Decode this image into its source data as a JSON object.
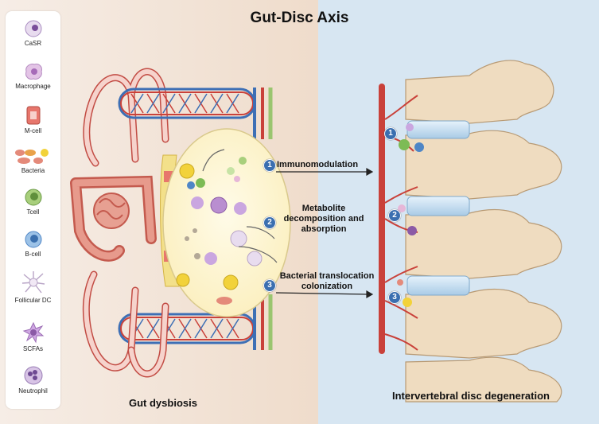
{
  "title": "Gut-Disc Axis",
  "legend": [
    {
      "label": "CaSR",
      "icon": "casr-cell-icon"
    },
    {
      "label": "Macrophage",
      "icon": "macrophage-icon"
    },
    {
      "label": "M-cell",
      "icon": "m-cell-icon"
    },
    {
      "label": "Bacteria",
      "icon": "bacteria-icon"
    },
    {
      "label": "Tcell",
      "icon": "t-cell-icon"
    },
    {
      "label": "B-cell",
      "icon": "b-cell-icon"
    },
    {
      "label": "Follicular DC",
      "icon": "follicular-dc-icon"
    },
    {
      "label": "SCFAs",
      "icon": "scfa-icon"
    },
    {
      "label": "Neutrophil",
      "icon": "neutrophil-icon"
    }
  ],
  "steps": [
    {
      "number": "1",
      "label": "Immunomodulation"
    },
    {
      "number": "2",
      "label": "Metabolite decomposition and absorption",
      "line1": "Metabolite",
      "line2": "decomposition and",
      "line3": "absorption"
    },
    {
      "number": "3",
      "label": "Bacterial translocation colonization",
      "line1": "Bacterial translocation",
      "line2": "colonization"
    }
  ],
  "captions": {
    "left": "Gut dysbiosis",
    "right": "Intervertebral disc degeneration"
  },
  "colors": {
    "left_bg": "#efdccb",
    "right_bg": "#d7e6f2",
    "badge": "#3b6fb0",
    "vessel_red": "#c9413a",
    "vessel_blue": "#3d6fb5",
    "bone": "#efdcc0"
  }
}
